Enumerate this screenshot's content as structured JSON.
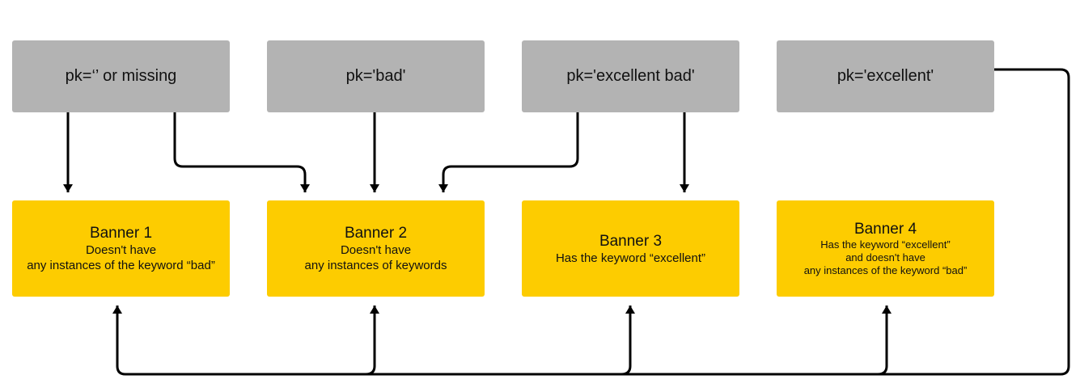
{
  "keys": [
    {
      "label": "pk=‘’  or missing"
    },
    {
      "label": "pk='bad'"
    },
    {
      "label": "pk='excellent bad'"
    },
    {
      "label": "pk='excellent'"
    }
  ],
  "banners": [
    {
      "title": "Banner 1",
      "lines": [
        "Doesn't have",
        "any instances of the keyword “bad”",
        ""
      ]
    },
    {
      "title": "Banner 2",
      "lines": [
        "Doesn't have",
        "any instances of keywords",
        ""
      ]
    },
    {
      "title": "Banner 3",
      "lines": [
        "Has the keyword “excellent”",
        "",
        ""
      ]
    },
    {
      "title": "Banner 4",
      "lines": [
        "Has the keyword “excellent”",
        "and doesn't have",
        "any instances of the keyword “bad”"
      ]
    }
  ],
  "colors": {
    "key_box": "#b3b3b3",
    "banner_box": "#fdcc00",
    "arrow": "#000000"
  }
}
